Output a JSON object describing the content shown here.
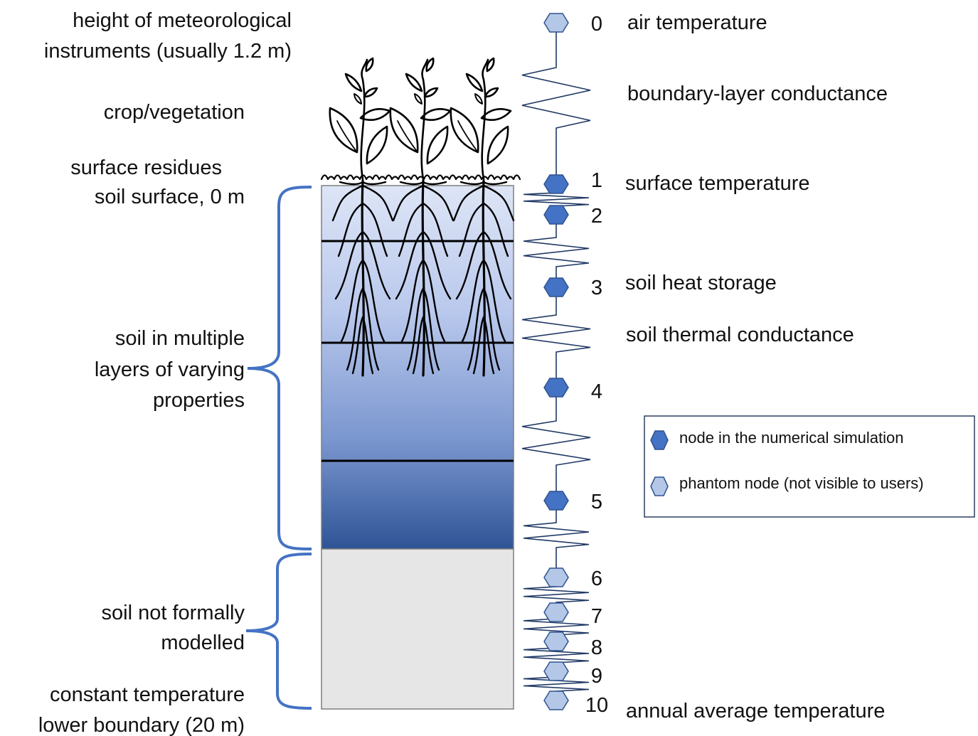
{
  "left_labels": {
    "meteo_line1": "height of meteorological",
    "meteo_line2": "instruments (usually 1.2 m)",
    "crop": "crop/vegetation",
    "residues": "surface residues",
    "soil_surface": "soil surface, 0 m",
    "soil_layers_line1": "soil in multiple",
    "soil_layers_line2": "layers of varying",
    "soil_layers_line3": "properties",
    "not_modelled_line1": "soil not formally",
    "not_modelled_line2": "modelled",
    "boundary_line1": "constant temperature",
    "boundary_line2": "lower boundary (20 m)"
  },
  "right_labels": {
    "air_temperature": "air temperature",
    "boundary_layer_conductance": "boundary-layer conductance",
    "surface_temperature": "surface temperature",
    "soil_heat_storage": "soil heat storage",
    "soil_thermal_conductance": "soil thermal conductance",
    "annual_average_temperature": "annual average temperature"
  },
  "node_numbers": [
    "0",
    "1",
    "2",
    "3",
    "4",
    "5",
    "6",
    "7",
    "8",
    "9",
    "10"
  ],
  "node_kinds": [
    "phantom",
    "model",
    "model",
    "model",
    "model",
    "model",
    "phantom",
    "phantom",
    "phantom",
    "phantom",
    "phantom"
  ],
  "legend": {
    "model_node": "node in the numerical simulation",
    "phantom_node": "phantom node (not visible to users)"
  },
  "colors": {
    "model_node_fill": "#4472c4",
    "phantom_node_fill": "#b4c7e7",
    "node_stroke": "#2f528f",
    "spring": "#1f3864",
    "brace": "#4472c4",
    "soil_top": "#dde5f6",
    "soil_bottom": "#2f5496",
    "lower_soil": "#e6e6e6"
  }
}
